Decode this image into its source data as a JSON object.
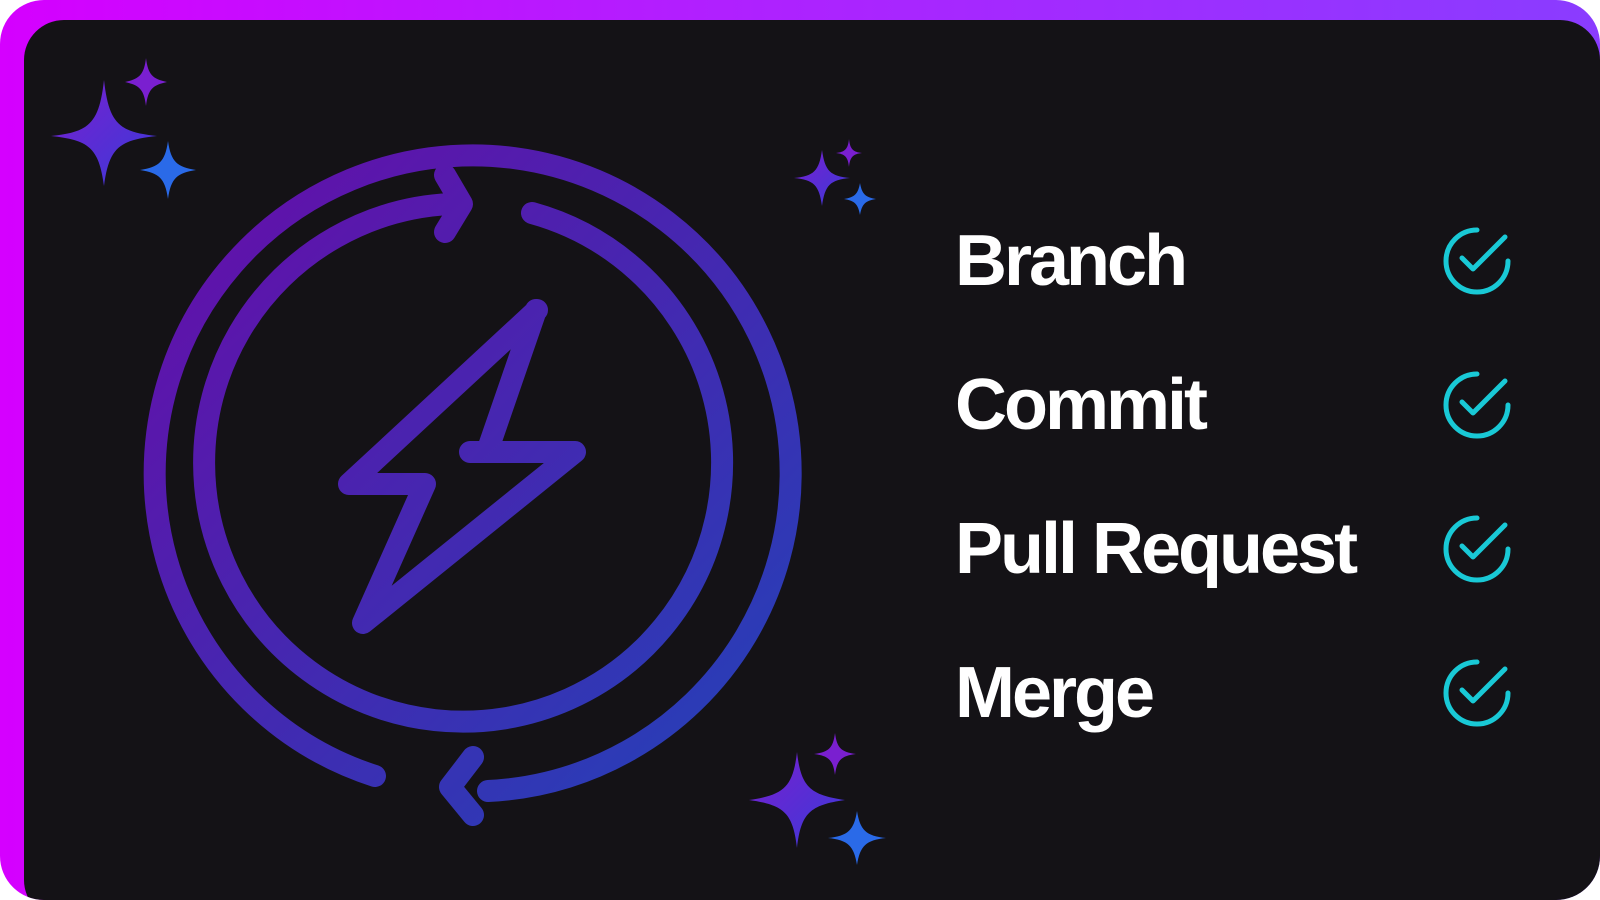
{
  "colors": {
    "frame_gradient": [
      "#d500ff",
      "#8a3cff"
    ],
    "panel_background": "#141216",
    "icon_gradient_start": "#6a0aa8",
    "icon_gradient_end": "#2342b8",
    "sparkle_purple": "#7a1fd0",
    "sparkle_blue": "#2a6ae8",
    "check_color": "#19c9d6",
    "text_color": "#ffffff"
  },
  "icons": {
    "main": "sync-lightning-icon",
    "check": "check-circle-icon",
    "decor": "sparkle-icon"
  },
  "steps": [
    {
      "label": "Branch"
    },
    {
      "label": "Commit"
    },
    {
      "label": "Pull Request"
    },
    {
      "label": "Merge"
    }
  ]
}
